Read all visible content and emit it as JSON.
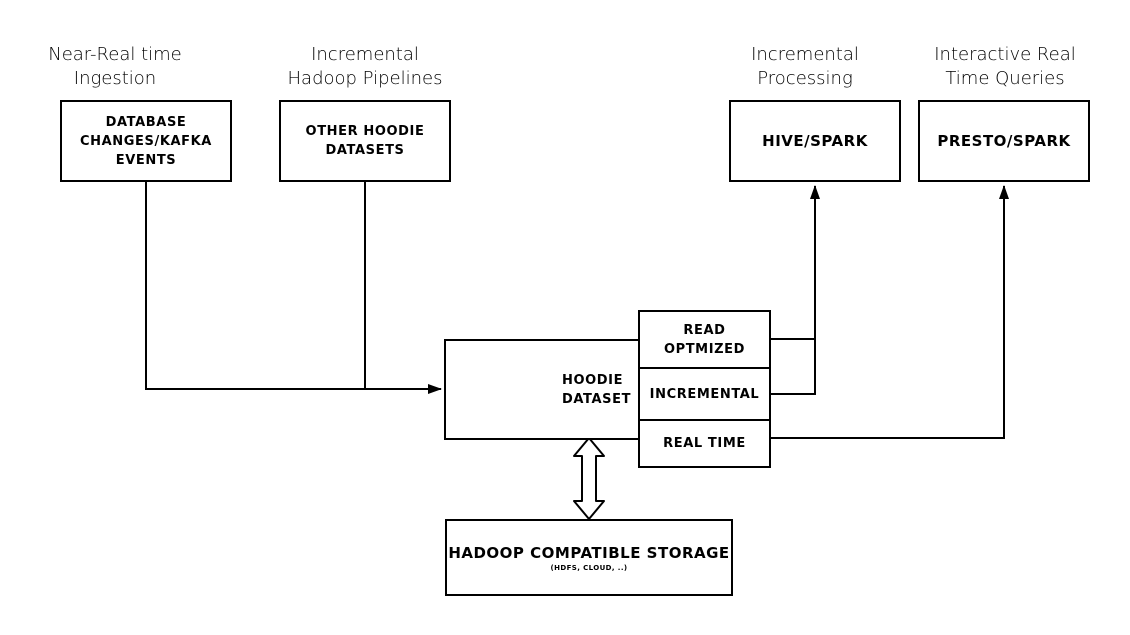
{
  "labels": {
    "ingestion": [
      "Near-Real time",
      "Ingestion"
    ],
    "pipelines": [
      "Incremental",
      "Hadoop Pipelines"
    ],
    "processing": [
      "Incremental",
      "Processing"
    ],
    "queries": [
      "Interactive Real",
      "Time Queries"
    ]
  },
  "boxes": {
    "db_changes": [
      "DATABASE",
      "CHANGES/KAFKA",
      "EVENTS"
    ],
    "other_datasets": [
      "OTHER HOODIE",
      "DATASETS"
    ],
    "hive_spark": "HIVE/SPARK",
    "presto_spark": "PRESTO/SPARK",
    "hoodie_dataset": [
      "HOODIE",
      "DATASET"
    ],
    "views": {
      "read_optimized": [
        "READ",
        "OPTMIZED"
      ],
      "incremental": "INCREMENTAL",
      "real_time": "REAL TIME"
    },
    "storage": {
      "title": "HADOOP COMPATIBLE STORAGE",
      "subtitle": "(HDFS, CLOUD, ..)"
    }
  },
  "colors": {
    "line": "#000000",
    "background": "#ffffff"
  }
}
